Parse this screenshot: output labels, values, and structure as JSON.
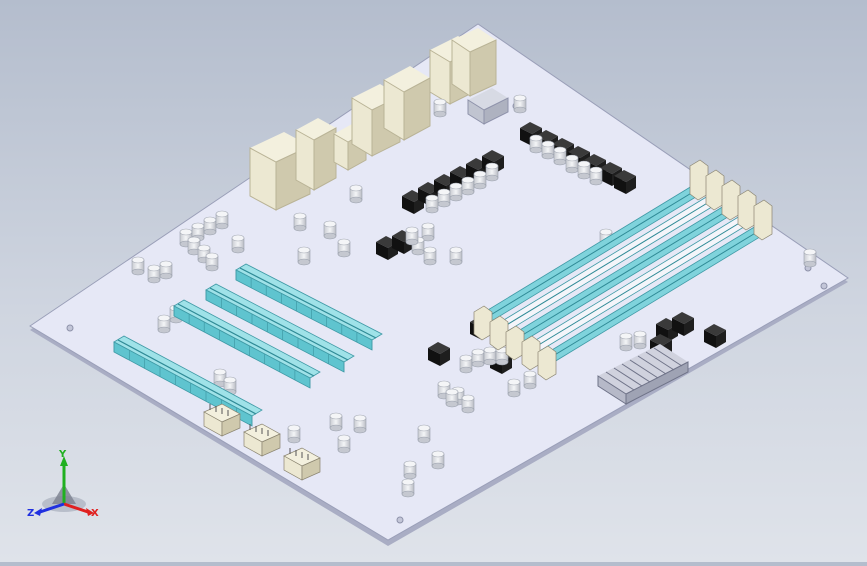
{
  "window": {
    "background_top": "#b4bdcd",
    "background_bottom": "#dfe3ea"
  },
  "model": {
    "board_color": "#e6e8f6",
    "board_edge": "#a9adc4",
    "slot_color": "#7fd3dc",
    "slot_dark": "#4fb0bd",
    "dimm_color": "#5fd0d8",
    "port_color": "#ece8d2",
    "port_shade": "#cfc9ad",
    "capacitor_color": "#eef0f2",
    "chip_color": "#1a1a1a"
  },
  "triad": {
    "x_label": "X",
    "y_label": "Y",
    "z_label": "Z",
    "x_color": "#e02020",
    "y_color": "#20b020",
    "z_color": "#2030e0"
  }
}
